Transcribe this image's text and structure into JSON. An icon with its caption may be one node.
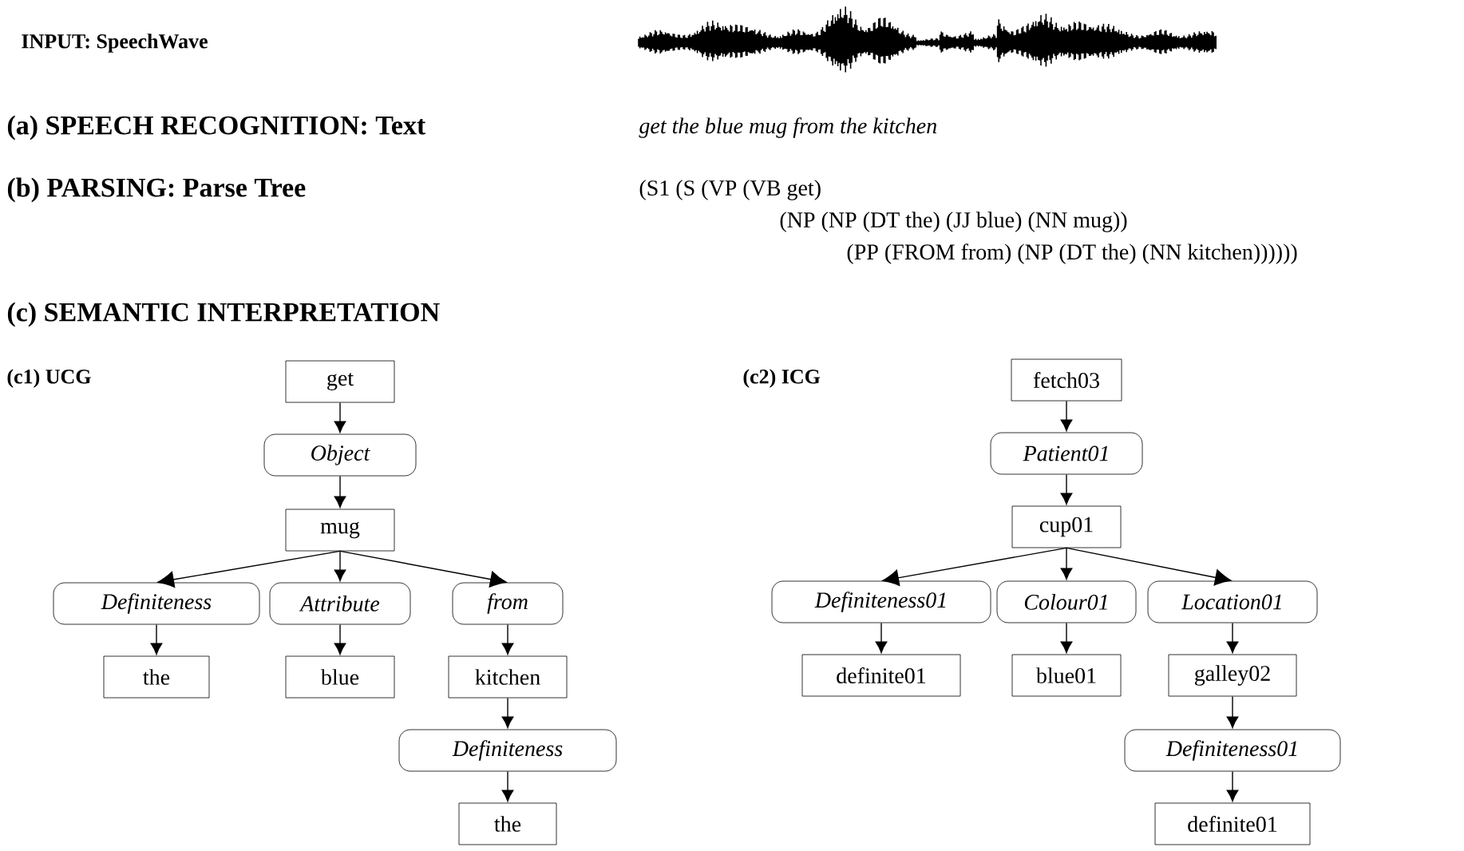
{
  "diagram": {
    "nodes": [
      {
        "text": [
          "get"
        ]
      },
      {
        "text": [
          "Object"
        ]
      },
      {
        "text": [
          "mug"
        ]
      },
      {
        "text": [
          "Definiteness"
        ]
      },
      {
        "text": [
          "Attribute"
        ]
      },
      {
        "text": [
          "from"
        ]
      },
      {
        "text": [
          "the"
        ]
      },
      {
        "text": [
          "blue"
        ]
      },
      {
        "text": [
          "kitchen"
        ]
      },
      {
        "text": [
          "Definiteness"
        ]
      },
      {
        "text": [
          "the"
        ]
      },
      {
        "text": [
          "fetch03"
        ]
      },
      {
        "text": [
          "Patient01"
        ]
      },
      {
        "text": [
          "cup01"
        ]
      },
      {
        "text": [
          "Definiteness01"
        ]
      },
      {
        "text": [
          "Colour01"
        ]
      },
      {
        "text": [
          "Location01"
        ]
      },
      {
        "text": [
          "definite01"
        ]
      },
      {
        "text": [
          "blue01"
        ]
      },
      {
        "text": [
          "galley02"
        ]
      },
      {
        "text": [
          "Definiteness01"
        ]
      },
      {
        "text": [
          "definite01"
        ]
      }
    ],
    "edges": [
      {
        "from": 0,
        "to": 1,
        "arrow": "to"
      },
      {
        "from": 1,
        "to": 2,
        "arrow": "to"
      },
      {
        "from": 2,
        "to": 3,
        "arrow": "to"
      },
      {
        "from": 2,
        "to": 4,
        "arrow": "to"
      },
      {
        "from": 2,
        "to": 5,
        "arrow": "to"
      },
      {
        "from": 3,
        "to": 6,
        "arrow": "to"
      },
      {
        "from": 4,
        "to": 7,
        "arrow": "to"
      },
      {
        "from": 5,
        "to": 8,
        "arrow": "to"
      },
      {
        "from": 8,
        "to": 9,
        "arrow": "to"
      },
      {
        "from": 9,
        "to": 10,
        "arrow": "to"
      },
      {
        "from": 11,
        "to": 12,
        "arrow": "to"
      },
      {
        "from": 12,
        "to": 13,
        "arrow": "to"
      },
      {
        "from": 13,
        "to": 14,
        "arrow": "to"
      },
      {
        "from": 13,
        "to": 15,
        "arrow": "to"
      },
      {
        "from": 13,
        "to": 16,
        "arrow": "to"
      },
      {
        "from": 14,
        "to": 17,
        "arrow": "to"
      },
      {
        "from": 15,
        "to": 18,
        "arrow": "to"
      },
      {
        "from": 16,
        "to": 19,
        "arrow": "to"
      },
      {
        "from": 19,
        "to": 20,
        "arrow": "to"
      },
      {
        "from": 20,
        "to": 21,
        "arrow": "to"
      }
    ],
    "labels": [
      "INPUT: SpeechWave",
      "(a) SPEECH RECOGNITION: Text",
      "get the blue mug from the kitchen",
      "(b) PARSING: Parse Tree",
      "(S1 (S (VP (VB get)",
      "(NP (NP (DT the) (JJ blue) (NN mug))",
      "(PP (FROM from) (NP (DT the) (NN kitchen))))))",
      "(c) SEMANTIC INTERPRETATION",
      "(c1) UCG",
      "(c2) ICG"
    ]
  }
}
